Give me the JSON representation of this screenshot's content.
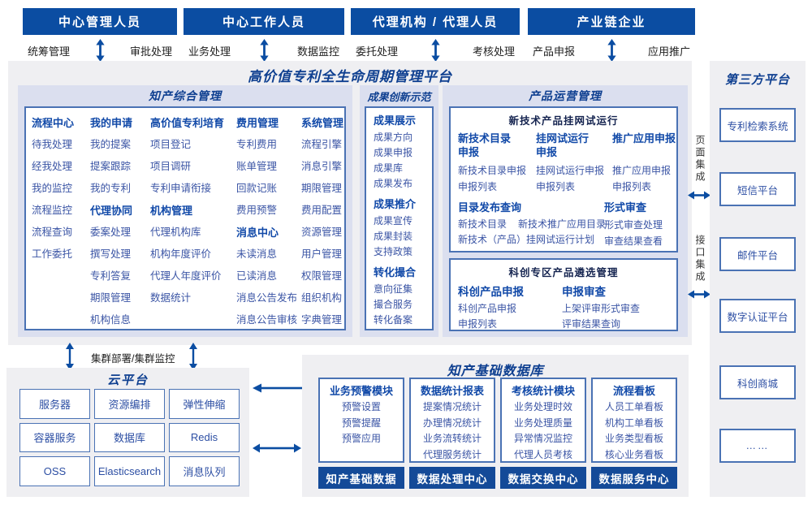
{
  "colors": {
    "header_bar": "#0b4da2",
    "title_blue": "#0e3f90",
    "group_header_blue": "#1149a8",
    "item_blue": "#3b55a5",
    "box_border": "#4a72b4",
    "dark_button": "#144a98",
    "panel_bg": "#efeff2",
    "section_bg": "#dbdfef"
  },
  "top_groups": [
    {
      "title": "中心管理人员",
      "left": "统筹管理",
      "right": "审批处理"
    },
    {
      "title": "中心工作人员",
      "left": "业务处理",
      "right": "数据监控"
    },
    {
      "title": "代理机构 / 代理人员",
      "left": "委托处理",
      "right": "考核处理"
    },
    {
      "title": "产业链企业",
      "left": "产品申报",
      "right": "应用推广"
    }
  ],
  "platform_title": "高价值专利全生命周期管理平台",
  "comprehensive": {
    "title": "知产综合管理",
    "columns": [
      {
        "groups": [
          {
            "header": "流程中心",
            "items": [
              "待我处理",
              "经我处理",
              "我的监控",
              "流程监控",
              "流程查询",
              "工作委托"
            ]
          }
        ]
      },
      {
        "groups": [
          {
            "header": "我的申请",
            "items": [
              "我的提案",
              "提案跟踪",
              "我的专利"
            ]
          },
          {
            "header": "代理协同",
            "items": [
              "委案处理",
              "撰写处理",
              "专利答复",
              "期限管理",
              "机构信息"
            ]
          }
        ]
      },
      {
        "groups": [
          {
            "header": "高价值专利培育",
            "items": [
              "项目登记",
              "项目调研",
              "专利申请衔接"
            ]
          },
          {
            "header": "机构管理",
            "items": [
              "代理机构库",
              "机构年度评价",
              "代理人年度评价",
              "数据统计"
            ]
          }
        ]
      },
      {
        "groups": [
          {
            "header": "费用管理",
            "items": [
              "专利费用",
              "账单管理",
              "回款记账",
              "费用预警"
            ]
          },
          {
            "header": "消息中心",
            "items": [
              "未读消息",
              "已读消息",
              "消息公告发布",
              "消息公告审核"
            ]
          }
        ]
      },
      {
        "groups": [
          {
            "header": "系统管理",
            "items": [
              "流程引擎",
              "消息引擎",
              "期限管理",
              "费用配置",
              "资源管理",
              "用户管理",
              "权限管理",
              "组织机构",
              "字典管理"
            ]
          }
        ]
      }
    ]
  },
  "innovation": {
    "title": "成果创新示范",
    "groups": [
      {
        "header": "成果展示",
        "items": [
          "成果方向",
          "成果申报",
          "成果库",
          "成果发布"
        ]
      },
      {
        "header": "成果推介",
        "items": [
          "成果宣传",
          "成果封装",
          "支持政策"
        ]
      },
      {
        "header": "转化撮合",
        "items": [
          "意向征集",
          "撮合服务",
          "转化备案"
        ]
      }
    ]
  },
  "product_ops": {
    "title": "产品运营管理",
    "box1": {
      "title": "新技术产品挂网试运行",
      "columns": [
        {
          "header": "新技术目录\n申报",
          "items": [
            "新技术目录申报",
            "申报列表"
          ]
        },
        {
          "header": "挂网试运行\n申报",
          "items": [
            "挂网试运行申报",
            "申报列表"
          ]
        },
        {
          "header": "推广应用申报",
          "items": [
            "推广应用申报",
            "申报列表"
          ]
        }
      ],
      "catalog": {
        "header": "目录发布查询",
        "line1a": "新技术目录",
        "line1b": "新技术推广应用目录",
        "line2": "新技术（产品）挂网试运行计划"
      },
      "review": {
        "header": "形式审查",
        "items": [
          "形式审查处理",
          "审查结果查看"
        ]
      }
    },
    "box2": {
      "title": "科创专区产品遴选管理",
      "columns": [
        {
          "header": "科创产品申报",
          "items": [
            "科创产品申报",
            "申报列表"
          ]
        },
        {
          "header": "申报审查",
          "items": [
            "上架评审形式审查",
            "评审结果查询"
          ]
        }
      ]
    }
  },
  "integration": {
    "page_label": "页面集成",
    "api_label": "接口集成"
  },
  "third_party": {
    "title": "第三方平台",
    "items": [
      "专利检索系统",
      "短信平台",
      "邮件平台",
      "数字认证平台",
      "科创商城",
      "……"
    ]
  },
  "cluster_label": "集群部署/集群监控",
  "cloud": {
    "title": "云平台",
    "items": [
      "服务器",
      "资源编排",
      "弹性伸缩",
      "容器服务",
      "数据库",
      "Redis",
      "OSS",
      "Elasticsearch",
      "消息队列"
    ]
  },
  "database": {
    "title": "知产基础数据库",
    "columns": [
      {
        "header": "业务预警模块",
        "items": [
          "预警设置",
          "预警提醒",
          "预警应用"
        ]
      },
      {
        "header": "数据统计报表",
        "items": [
          "提案情况统计",
          "办理情况统计",
          "业务流转统计",
          "代理服务统计"
        ]
      },
      {
        "header": "考核统计模块",
        "items": [
          "业务处理时效",
          "业务处理质量",
          "异常情况监控",
          "代理人员考核"
        ]
      },
      {
        "header": "流程看板",
        "items": [
          "人员工单看板",
          "机构工单看板",
          "业务类型看板",
          "核心业务看板"
        ]
      }
    ],
    "footer": [
      "知产基础数据",
      "数据处理中心",
      "数据交换中心",
      "数据服务中心"
    ]
  }
}
